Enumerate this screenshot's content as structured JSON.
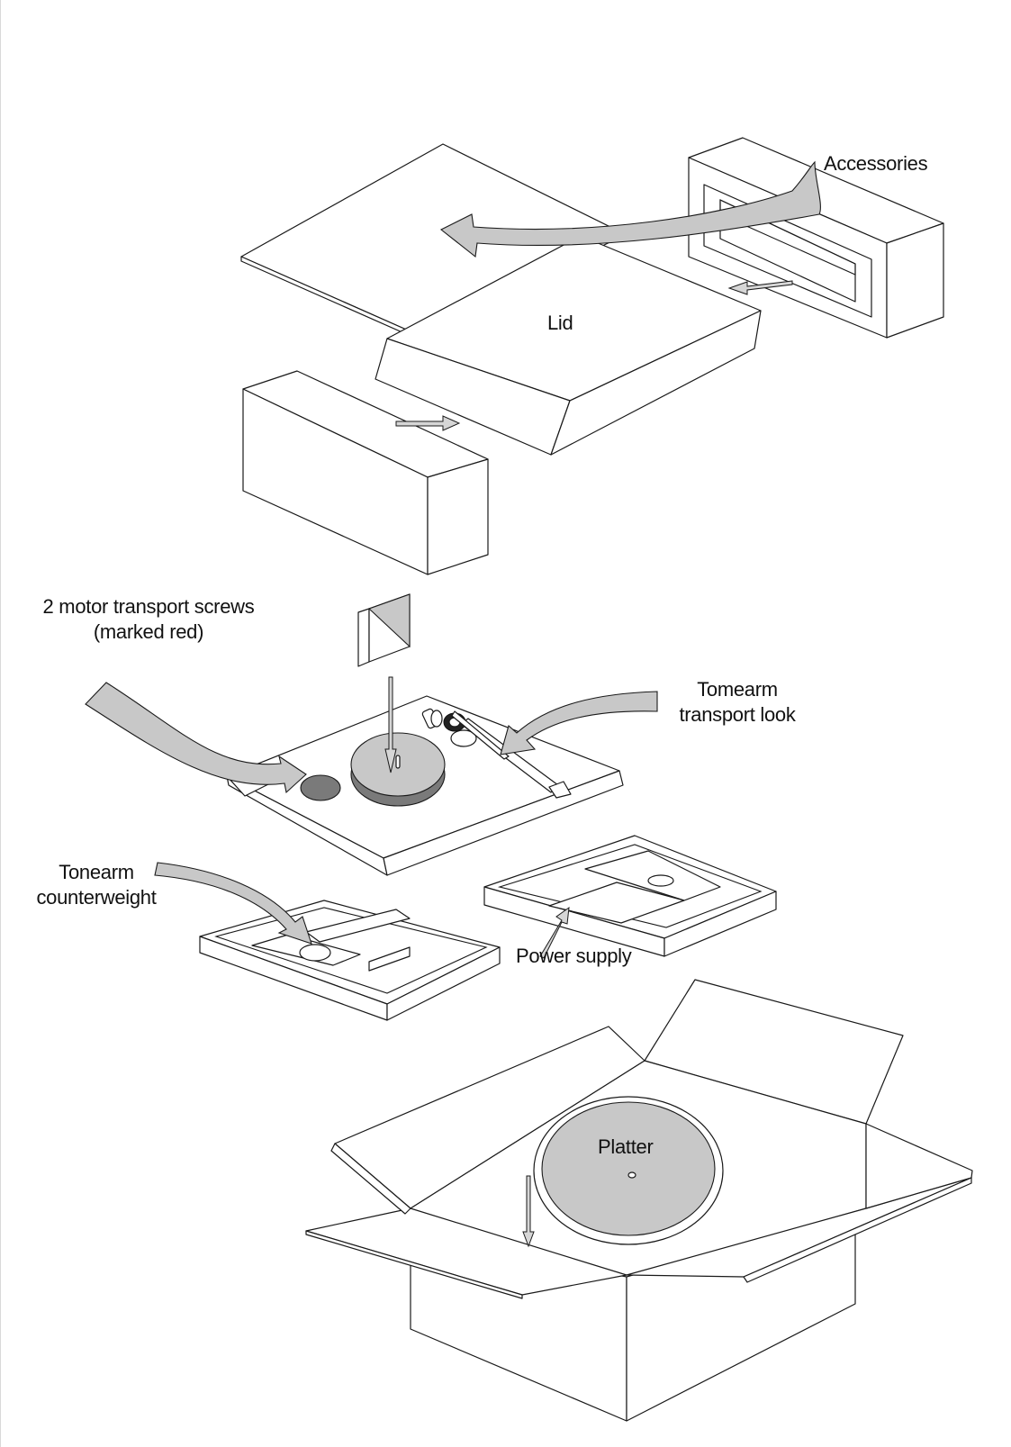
{
  "labels": {
    "accessories": "Accessories",
    "lid": "Lid",
    "motor_screws": [
      "2 motor transport screws",
      "(marked red)"
    ],
    "tonearm_lock": [
      "Tomearm",
      "transport look"
    ],
    "counterweight": [
      "Tonearm",
      "counterweight"
    ],
    "power_supply": "Power supply",
    "platter": "Platter"
  },
  "colors": {
    "arrow_fill": "#c8c8c8",
    "outline": "#1a1a1a",
    "background": "#ffffff"
  }
}
